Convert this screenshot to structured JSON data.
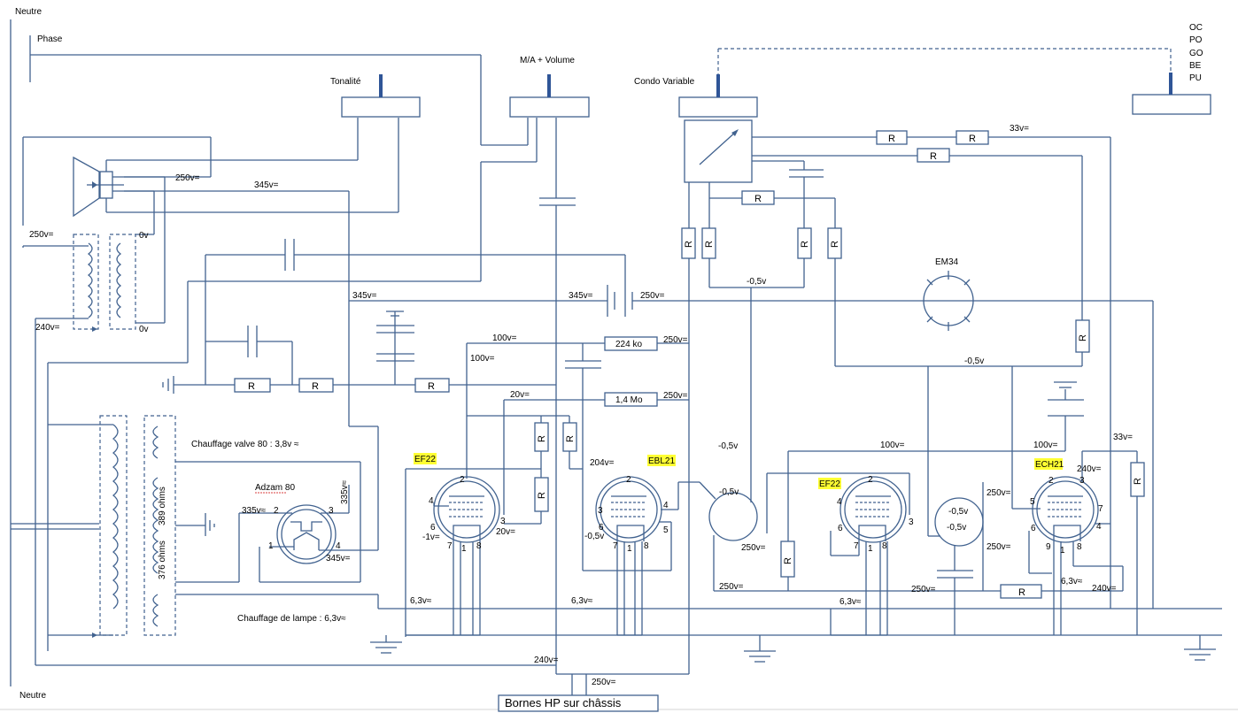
{
  "labels": {
    "neutre_top": "Neutre",
    "neutre_bottom": "Neutre",
    "phase": "Phase",
    "tonalite": "Tonalité",
    "ma_volume": "M/A + Volume",
    "condo_variable": "Condo Variable",
    "bands": [
      "OC",
      "PO",
      "GO",
      "BE",
      "PU"
    ],
    "em34": "EM34",
    "bornes_hp": "Bornes HP sur châssis",
    "chauffage_valve": "Chauffage valve 80 : 3,8v ≈",
    "chauffage_lampe": "Chauffage de lampe : 6,3v≈",
    "adzam": "Adzam 80",
    "ohms_389": "389 ohms",
    "ohms_376": "376 ohms",
    "r_224": "224 ko",
    "r_14": "1,4 Mo"
  },
  "resistor_label": "R",
  "tubes": {
    "ef22_a": "EF22",
    "ebl21": "EBL21",
    "ef22_b": "EF22",
    "ech21": "ECH21"
  },
  "pins": {
    "v80": [
      "2",
      "3",
      "1",
      "4"
    ],
    "ef22a": [
      "2",
      "4",
      "6",
      "7",
      "1",
      "8",
      "3"
    ],
    "ebl21": [
      "2",
      "3",
      "4",
      "6",
      "7",
      "1",
      "8",
      "5"
    ],
    "ef22b": [
      "2",
      "4",
      "6",
      "7",
      "1",
      "8",
      "3"
    ],
    "ech21": [
      "2",
      "3",
      "5",
      "7",
      "6",
      "4",
      "9",
      "1",
      "8"
    ]
  },
  "voltages": {
    "v250_speaker": "250v=",
    "v345_speaker": "345v=",
    "v250_trans": "250v=",
    "v0_a": "0v",
    "v0_b": "0v",
    "v240_trans": "240v=",
    "v345_left": "345v=",
    "v345_mid": "345v=",
    "v250_mid": "250v=",
    "v100_a": "100v=",
    "v100_b": "100v=",
    "v250_224": "250v=",
    "v20_a": "20v=",
    "v250_14": "250v=",
    "v335_a": "335v≈",
    "v335_b": "335v≈",
    "v345_adzam": "345v=",
    "v1_neg": "-1v=",
    "v20_b": "20v=",
    "v204": "204v=",
    "v05_ebl": "-0,5v",
    "v05_em_left": "-0,5v",
    "v05_em_top": "-0,5v",
    "v05_top_mid": "-0,5v",
    "v05_mid_right": "-0,5v",
    "v250_em": "250v=",
    "v250_bottom_a": "250v=",
    "v100_c": "100v=",
    "v100_d": "100v=",
    "v33_a": "33v=",
    "v33_b": "33v=",
    "v240_ech": "240v=",
    "v05_em2_a": "-0,5v",
    "v05_em2_b": "-0,5v",
    "v250_em2_a": "250v=",
    "v250_em2_b": "250v=",
    "v250_bottom_b": "250v=",
    "v63_a": "6,3v≈",
    "v63_b": "6,3v≈",
    "v63_c": "6,3v≈",
    "v63_d": "6,3v≈",
    "v240_ech_bottom": "240v=",
    "v240_bottom": "240v=",
    "v250_hp": "250v="
  },
  "colors": {
    "wire": "#41628f",
    "highlight": "#ffff33",
    "knob": "#2f5597"
  }
}
